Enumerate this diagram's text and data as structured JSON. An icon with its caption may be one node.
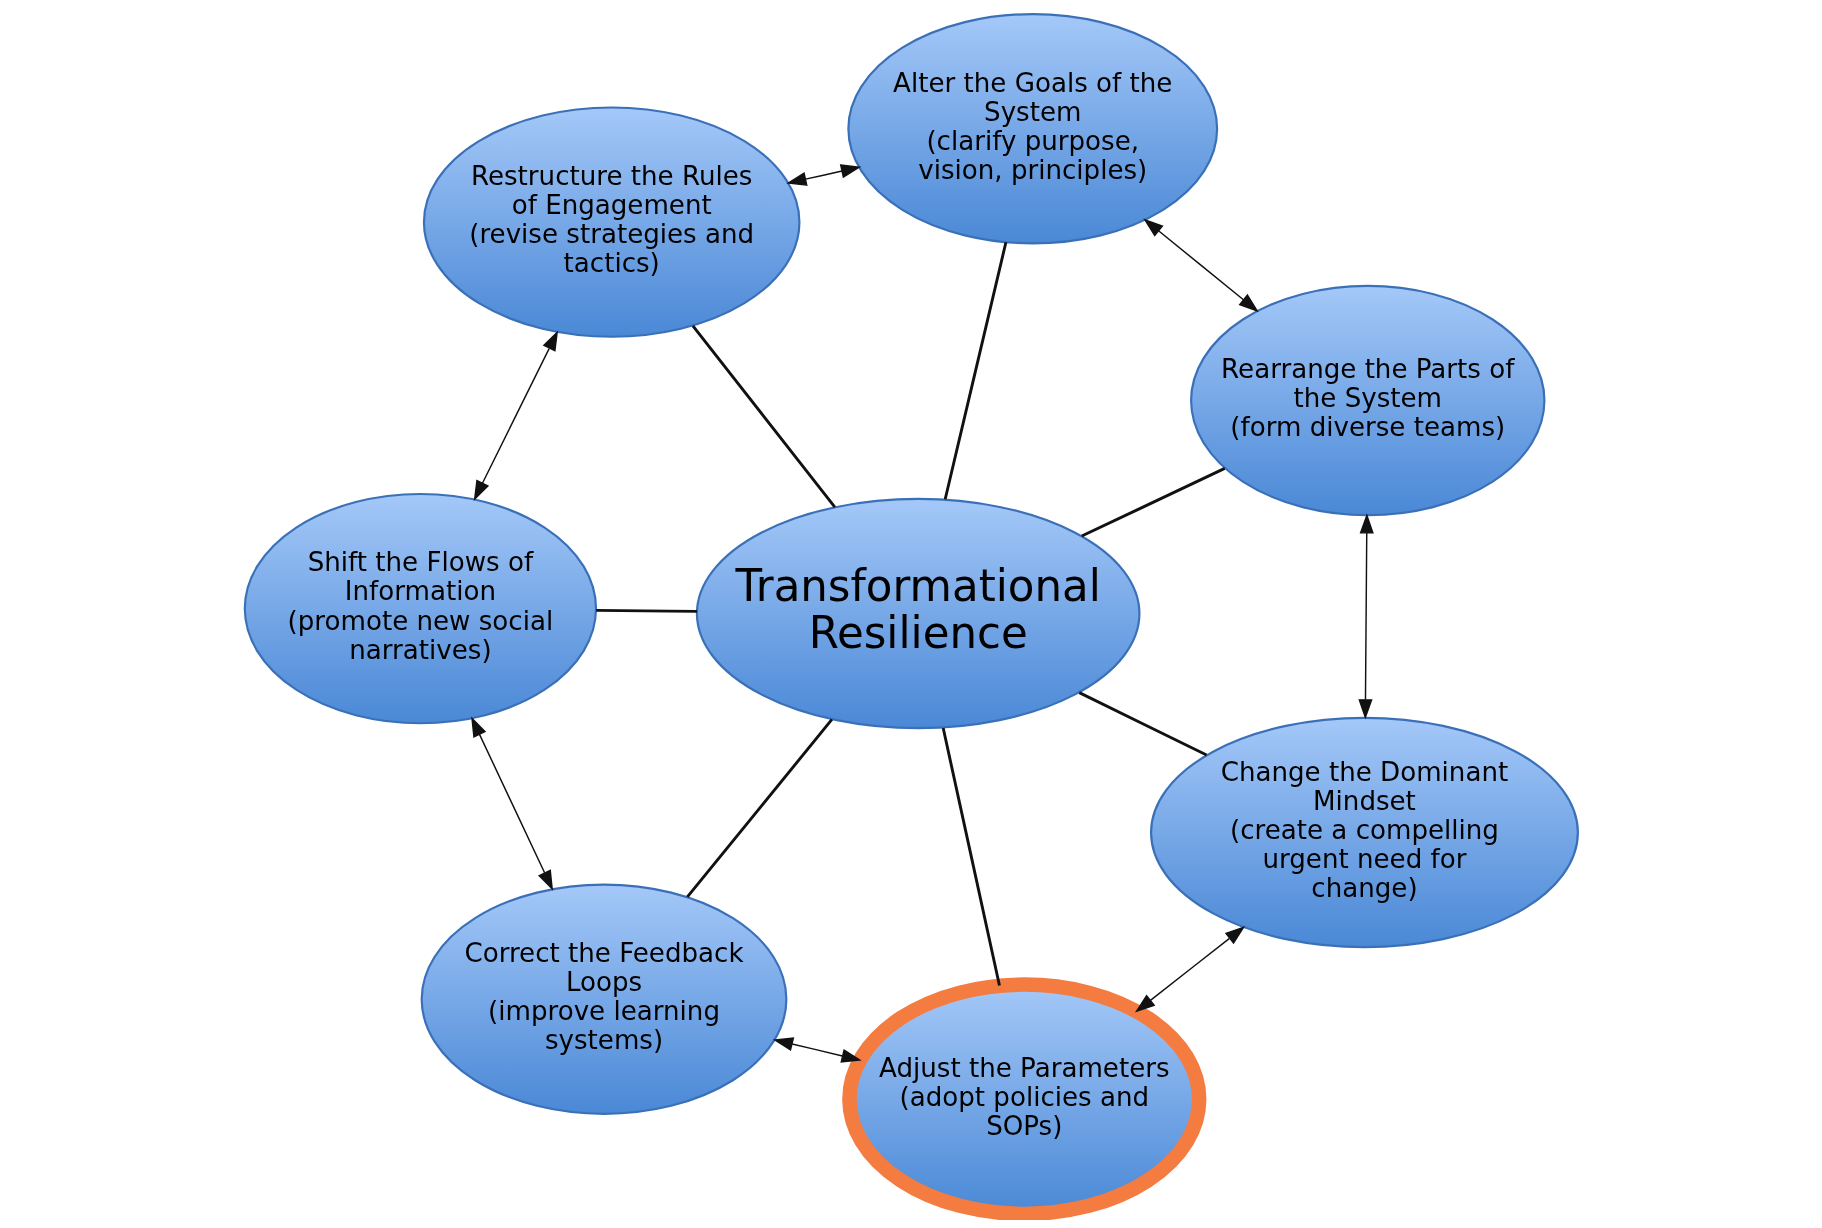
{
  "diagram": {
    "nodes": [
      {
        "text": [
          "Transformational Resilience"
        ]
      },
      {
        "text": [
          "Change the Dominant Mindset",
          "(create a compelling urgent need for change)"
        ]
      },
      {
        "text": [
          "Rearrange the Parts of the System",
          "(form diverse teams)"
        ]
      },
      {
        "text": [
          "Alter the Goals of the System",
          "(clarify purpose, vision, principles)"
        ]
      },
      {
        "text": [
          "Restructure the Rules of Engagement",
          "(revise strategies and tactics)"
        ]
      },
      {
        "text": [
          "Shift the Flows of Information",
          "(promote new social narratives)"
        ]
      },
      {
        "text": [
          "Correct the Feedback Loops",
          "(improve learning systems)"
        ]
      },
      {
        "text": [
          "Adjust the Parameters",
          "(adopt policies and SOPs)"
        ]
      }
    ],
    "edges": [
      {
        "from": 0,
        "to": 1,
        "arrow": "none"
      },
      {
        "from": 0,
        "to": 2,
        "arrow": "none"
      },
      {
        "from": 0,
        "to": 3,
        "arrow": "none"
      },
      {
        "from": 0,
        "to": 4,
        "arrow": "none"
      },
      {
        "from": 0,
        "to": 5,
        "arrow": "none"
      },
      {
        "from": 0,
        "to": 6,
        "arrow": "none"
      },
      {
        "from": 0,
        "to": 7,
        "arrow": "none"
      },
      {
        "from": 1,
        "to": 2,
        "arrow": "both"
      },
      {
        "from": 2,
        "to": 3,
        "arrow": "both"
      },
      {
        "from": 3,
        "to": 4,
        "arrow": "both"
      },
      {
        "from": 4,
        "to": 5,
        "arrow": "both"
      },
      {
        "from": 5,
        "to": 6,
        "arrow": "both"
      },
      {
        "from": 6,
        "to": 7,
        "arrow": "both"
      },
      {
        "from": 7,
        "to": 1,
        "arrow": "both"
      }
    ]
  }
}
